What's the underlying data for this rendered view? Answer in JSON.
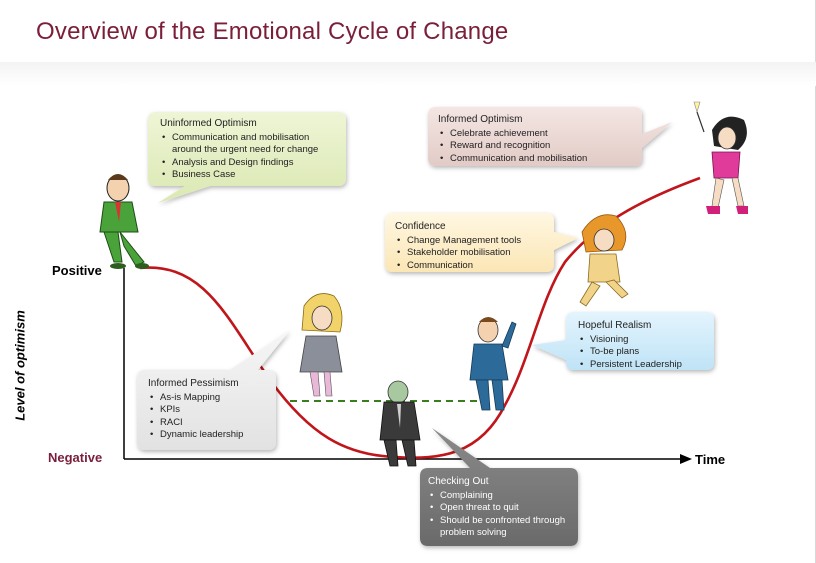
{
  "title": "Overview of the Emotional Cycle of Change",
  "axis": {
    "positive": "Positive",
    "negative": "Negative",
    "y_label": "Level of optimism",
    "x_label": "Time"
  },
  "bubbles": {
    "uninformed_optimism": {
      "title": "Uninformed Optimism",
      "items": [
        "Communication and mobilisation around the urgent need for change",
        "Analysis and Design findings",
        "Business Case"
      ]
    },
    "informed_optimism": {
      "title": "Informed Optimism",
      "items": [
        "Celebrate achievement",
        "Reward and recognition",
        "Communication and mobilisation"
      ]
    },
    "confidence": {
      "title": "Confidence",
      "items": [
        "Change Management tools",
        "Stakeholder mobilisation",
        "Communication"
      ]
    },
    "hopeful_realism": {
      "title": "Hopeful Realism",
      "items": [
        "Visioning",
        "To-be plans",
        "Persistent Leadership"
      ]
    },
    "informed_pessimism": {
      "title": "Informed Pessimism",
      "items": [
        "As-is Mapping",
        "KPIs",
        "RACI",
        "Dynamic leadership"
      ]
    },
    "checking_out": {
      "title": "Checking Out",
      "items": [
        "Complaining",
        "Open threat to quit",
        "Should be confronted through problem solving"
      ]
    }
  },
  "colors": {
    "title": "#7a1e3a",
    "curve": "#c0161b",
    "threshold": "#3a7d1e",
    "green_bubble": "#e5efc4",
    "pink_bubble": "#ecd9d5",
    "yellow_bubble": "#fdf0cf",
    "blue_bubble": "#d2ecfa",
    "grey_bubble": "#eeeeee",
    "dark_bubble": "#7c7c7c"
  },
  "figures": [
    "man-green-suit-icon",
    "woman-worried-icon",
    "man-depressed-icon",
    "man-idea-icon",
    "woman-walking-icon",
    "woman-celebrating-icon"
  ]
}
